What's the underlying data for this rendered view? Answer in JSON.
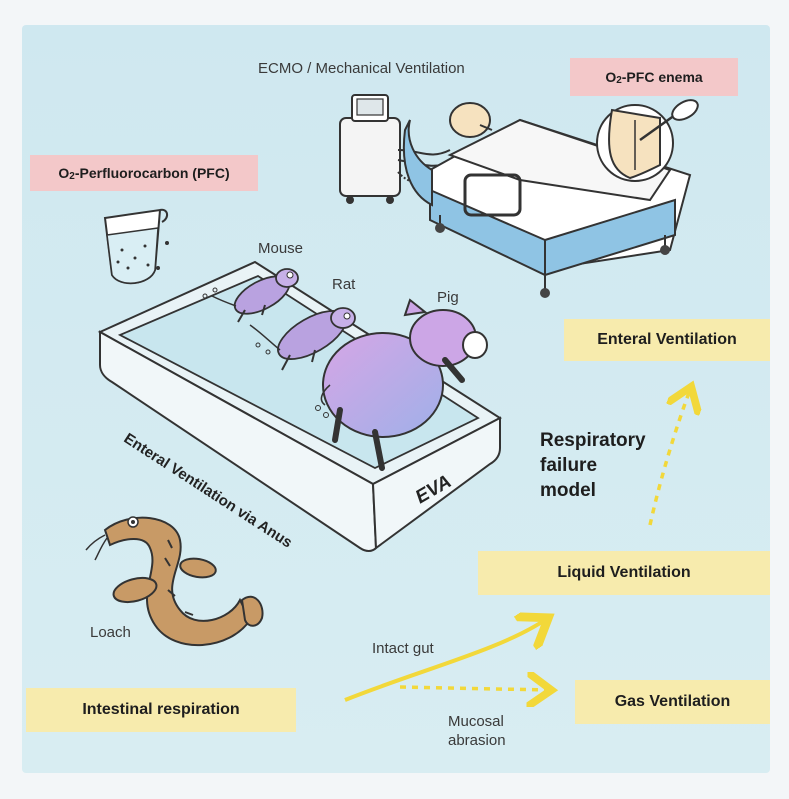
{
  "labels": {
    "ecmo": "ECMO / Mechanical Ventilation",
    "o2_pfc_enema_prefix": "O",
    "o2_pfc_enema_sub": "2",
    "o2_pfc_enema_rest": "-PFC enema",
    "o2_pfc_prefix": "O",
    "o2_pfc_sub": "2",
    "o2_pfc_rest": "-Perfluorocarbon (PFC)",
    "mouse": "Mouse",
    "rat": "Rat",
    "pig": "Pig",
    "enteral_ventilation": "Enteral Ventilation",
    "respiratory": "Respiratory",
    "failure": "failure",
    "model": "model",
    "tub_side": "Enteral Ventilation via Anus",
    "tub_end": "EVA",
    "liquid_ventilation": "Liquid Ventilation",
    "loach": "Loach",
    "intact_gut": "Intact gut",
    "intestinal_respiration": "Intestinal respiration",
    "gas_ventilation": "Gas Ventilation",
    "mucosal": "Mucosal",
    "abrasion": "abrasion"
  },
  "colors": {
    "background": "#c9e5ee",
    "pink_box": "#f3c8c9",
    "yellow_box": "#f7ebad",
    "arrow": "#f2d83a",
    "animal": "#b9a2e0",
    "loach": "#c89a66",
    "bed": "#8fc4e4"
  }
}
